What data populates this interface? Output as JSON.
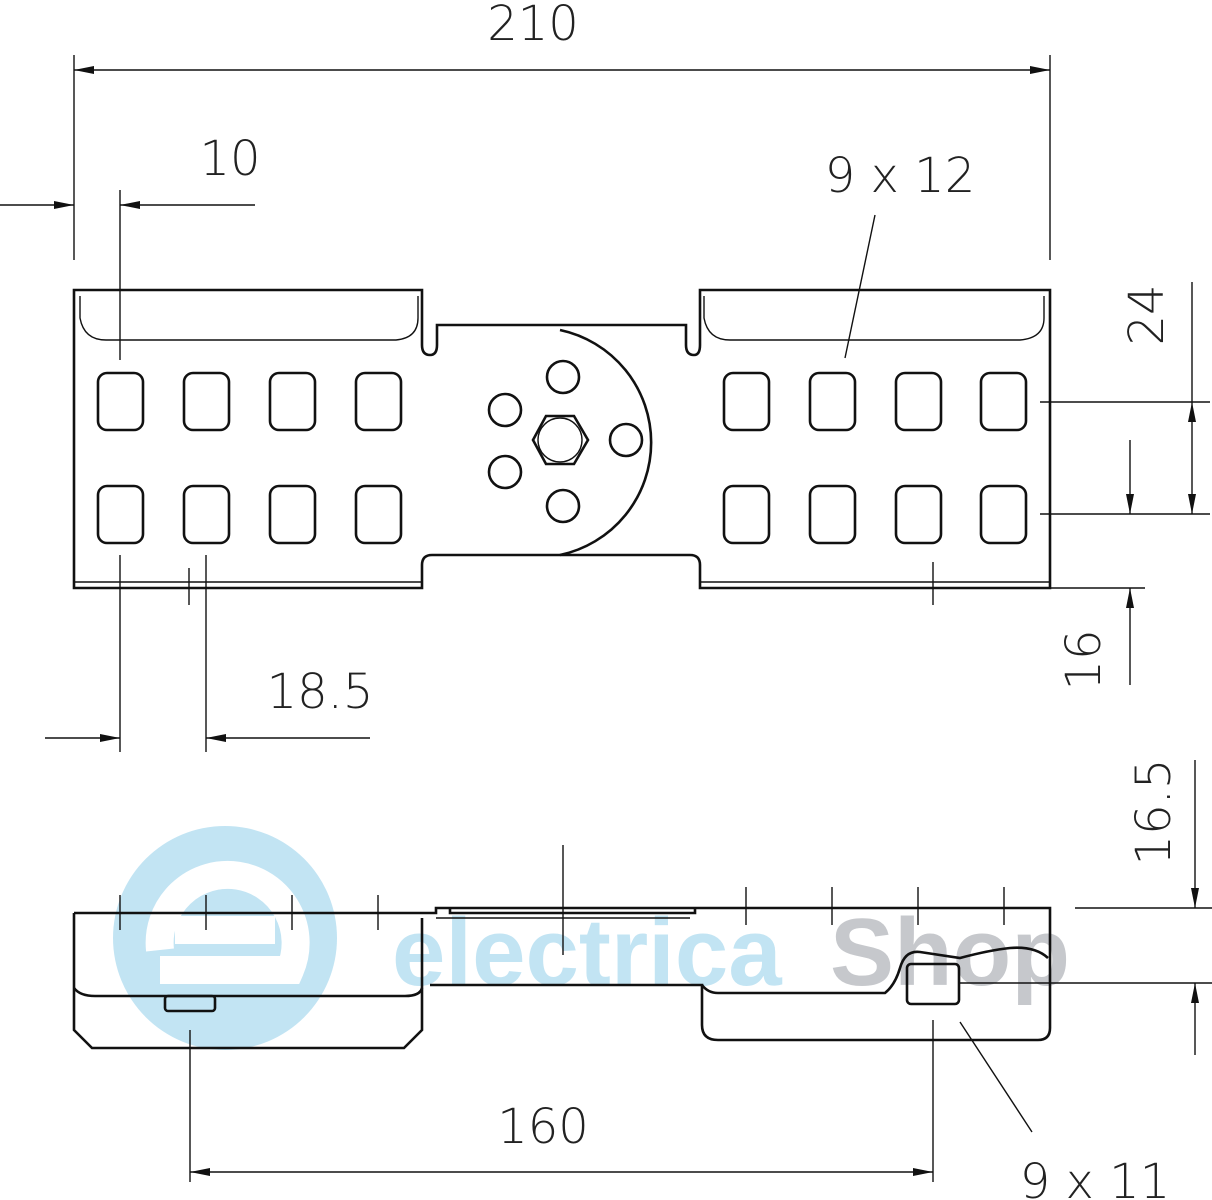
{
  "dimensions": {
    "overall_length": "210",
    "edge_to_hole": "10",
    "hole_size_top": "9 x 12",
    "row_spacing": "24",
    "row_to_edge": "16",
    "hole_pitch": "18.5",
    "height": "16.5",
    "hole_center_span": "160",
    "hole_size_side": "9 x 11"
  },
  "watermark": {
    "brand_part1": "electrica",
    "brand_part2": "Shop",
    "blue": "#bfe3f3",
    "gray": "#c4c6ca"
  }
}
